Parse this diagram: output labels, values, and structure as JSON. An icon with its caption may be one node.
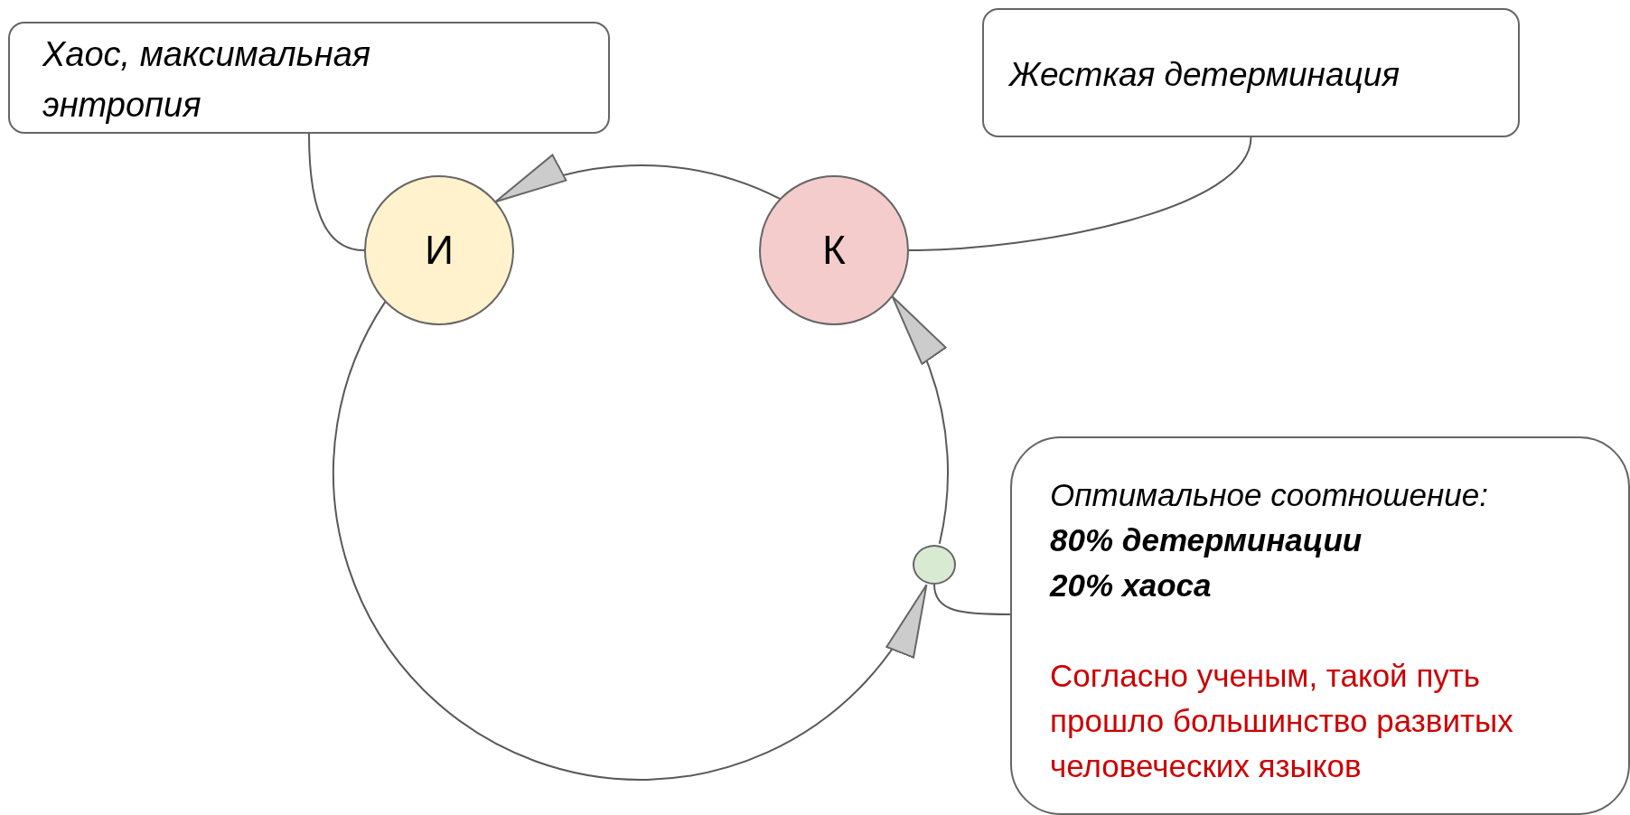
{
  "diagram": {
    "nodes": [
      {
        "text": [
          "Хаос, максимальная энтропия"
        ]
      },
      {
        "text": [
          "Жесткая детерминация"
        ]
      },
      {
        "text": [
          "И"
        ]
      },
      {
        "text": [
          "К"
        ]
      },
      {
        "text": [],
        "shape": "circle"
      },
      {
        "text": [
          "Оптимальное соотношение:",
          "80% детерминации",
          "20% хаоса",
          "Согласно ученым, такой путь прошло большинство развитых человеческих языков"
        ]
      }
    ],
    "edges": [
      {
        "from": 3,
        "to": 2,
        "arrow": "to"
      },
      {
        "from": 2,
        "to": 4,
        "arrow": "to"
      },
      {
        "from": 4,
        "to": 3,
        "arrow": "to"
      },
      {
        "from": 0,
        "to": 2,
        "arrow": "none"
      },
      {
        "from": 1,
        "to": 3,
        "arrow": "none"
      },
      {
        "from": 5,
        "to": 4,
        "arrow": "none"
      }
    ]
  }
}
